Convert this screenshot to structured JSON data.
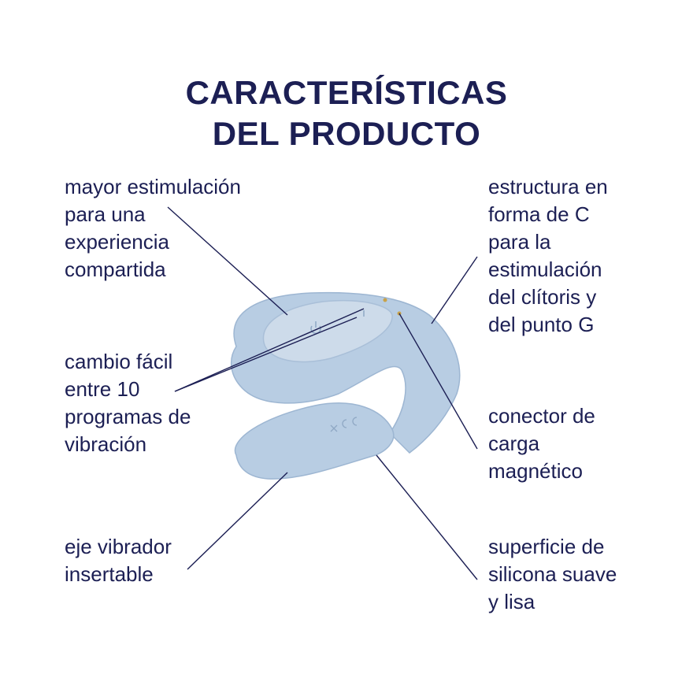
{
  "title": {
    "line1": "CARACTERÍSTICAS",
    "line2": "DEL PRODUCTO"
  },
  "features": {
    "stimulation": [
      "mayor estimulación",
      "para una",
      "experiencia",
      "compartida"
    ],
    "programs": [
      "cambio fácil",
      "entre 10",
      "programas de",
      "vibración"
    ],
    "shaft": [
      "eje vibrador",
      "insertable"
    ],
    "c_shape": [
      "estructura en",
      "forma de C",
      "para la",
      "estimulación",
      "del clítoris y",
      "del punto G"
    ],
    "charger": [
      "conector de",
      "carga",
      "magnético"
    ],
    "surface": [
      "superficie de",
      "silicona suave",
      "y lisa"
    ]
  },
  "colors": {
    "text": "#1c1f54",
    "product": "#b8cde3",
    "product_shadow": "#9db6d2"
  }
}
